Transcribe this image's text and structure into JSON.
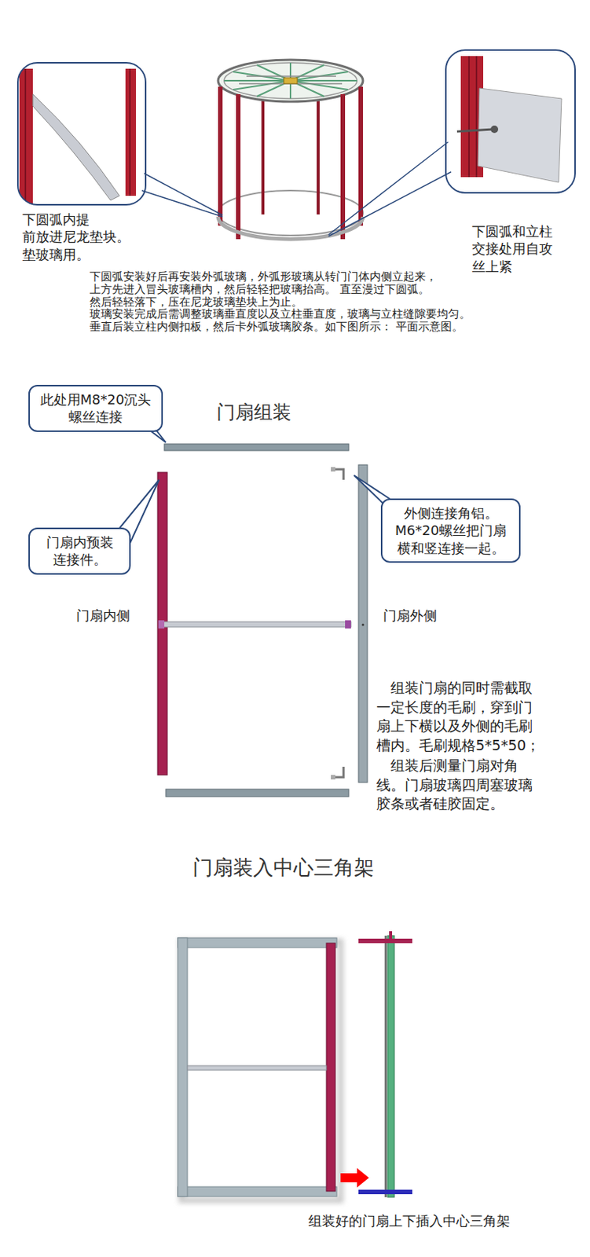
{
  "diagram": {
    "caption": "组装好的门扇上下插入中心三角架",
    "nodes": [
      {
        "text": [
          "此处用M8*20沉头螺丝连接"
        ]
      },
      {
        "text": [
          "门扇内预装 连接件。"
        ]
      },
      {
        "text": [
          "外侧连接角铝。 M6*20螺丝把门扇 横和竖连接一起。"
        ]
      }
    ],
    "labels": [
      "下圆弧内提 前放进尼龙垫块。 垫玻璃用。",
      "下圆弧和立柱 交接处用自攻 丝上紧",
      "下圆弧安装好后再安装外弧玻璃，外弧形玻璃从转门门体内侧立起来， 上方先进入冒头玻璃槽内，然后轻轻把玻璃抬高。 直至漫过下圆弧。然后轻轻落下，压在尼龙玻璃垫块上为止。 玻璃安装完成后需调整玻璃垂直度以及立柱垂直度，玻璃与立柱缝隙要均匀。 垂直后装立柱内侧扣板，然后卡外弧玻璃胶条。如下图所示： 平面示意图。",
      "门扇组装",
      "门扇内侧",
      "门扇外侧",
      "组装门扇的同时需截取一定长度的毛刷，穿到门扇上下横以及外侧的毛刷槽内。毛刷规格5*5*50；",
      "组装后测量门扇对角线。门扇玻璃四周塞玻璃胶条或者硅胶固定。",
      "门扇装入中心三角架"
    ]
  }
}
